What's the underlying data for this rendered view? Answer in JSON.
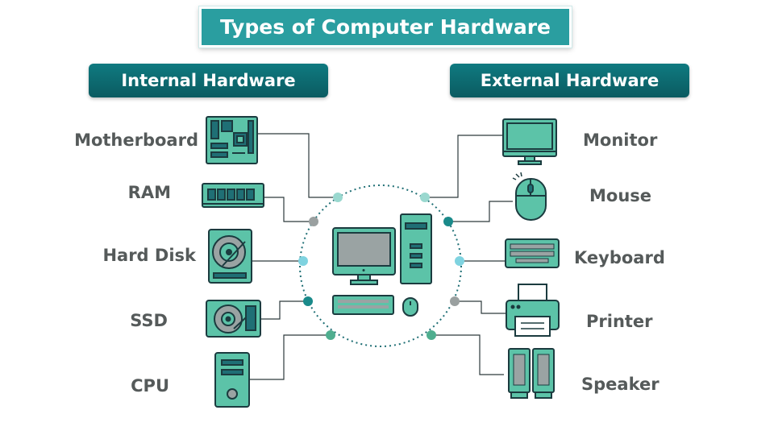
{
  "title": "Types of Computer Hardware",
  "internal": {
    "heading": "Internal Hardware",
    "items": [
      {
        "label": "Motherboard",
        "icon": "motherboard-icon"
      },
      {
        "label": "RAM",
        "icon": "ram-icon"
      },
      {
        "label": "Hard Disk",
        "icon": "hard-disk-icon"
      },
      {
        "label": "SSD",
        "icon": "ssd-icon"
      },
      {
        "label": "CPU",
        "icon": "cpu-tower-icon"
      }
    ]
  },
  "external": {
    "heading": "External Hardware",
    "items": [
      {
        "label": "Monitor",
        "icon": "monitor-icon"
      },
      {
        "label": "Mouse",
        "icon": "mouse-icon"
      },
      {
        "label": "Keyboard",
        "icon": "keyboard-icon"
      },
      {
        "label": "Printer",
        "icon": "printer-icon"
      },
      {
        "label": "Speaker",
        "icon": "speaker-icon"
      }
    ]
  },
  "center_icon": "desktop-computer-icon",
  "colors": {
    "teal": "#5cc3a8",
    "teal_dark": "#1f6f75",
    "outline": "#1b3b3f",
    "header": "#0d6a70",
    "title_bg": "#2a9ea0",
    "label_text": "#555a5a",
    "dot_gray": "#9aa0a0",
    "dot_light": "#9ad8cf",
    "dot_dark": "#1a8a8a",
    "dot_green": "#4fae8f",
    "dot_cyan": "#7fd3e0"
  }
}
